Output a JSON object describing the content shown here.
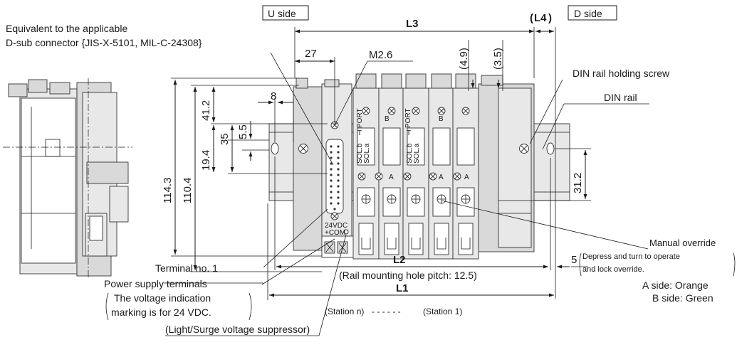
{
  "side_labels": {
    "u_side": "U side",
    "d_side": "D side"
  },
  "callouts": {
    "dsub_line1": "Equivalent to the applicable",
    "dsub_line2": "D-sub connector {JIS-X-5101, MIL-C-24308}",
    "din_screw": "DIN rail holding screw",
    "din_rail": "DIN rail",
    "manual_override": "Manual override",
    "manual_override_note1": "Depress and turn to operate",
    "manual_override_note2": "and lock override.",
    "a_side": "A side: Orange",
    "b_side": "B side: Green",
    "terminal_no1": "Terminal no. 1",
    "power_supply": "Power supply terminals",
    "voltage_note1": "The voltage indication",
    "voltage_note2": "marking is for 24 VDC.",
    "rail_pitch": "(Rail mounting hole pitch: 12.5)",
    "station_n": "(Station n)",
    "station_dash": "- - - - - -",
    "station_1": "(Station 1)",
    "suppressor": "(Light/Surge voltage suppressor)",
    "m26": "M2.6"
  },
  "dimensions": {
    "l1": "L1",
    "l2": "L2",
    "l3": "L3",
    "l4": "L4",
    "d27": "27",
    "d8": "8",
    "d35": "35",
    "d5_5": "5.5",
    "d41_2": "41.2",
    "d19_4": "19.4",
    "d114_3": "114.3",
    "d110_4": "110.4",
    "d31_2": "31.2",
    "d4_9": "(4.9)",
    "d3_5": "(3.5)",
    "d5": "5"
  },
  "marks": {
    "port": "PORT",
    "sol_b": "SOL.b",
    "sol_a": "SOL.a",
    "t": "T",
    "b": "B",
    "a": "A",
    "vdc": "24VDC",
    "com": "+COM"
  }
}
